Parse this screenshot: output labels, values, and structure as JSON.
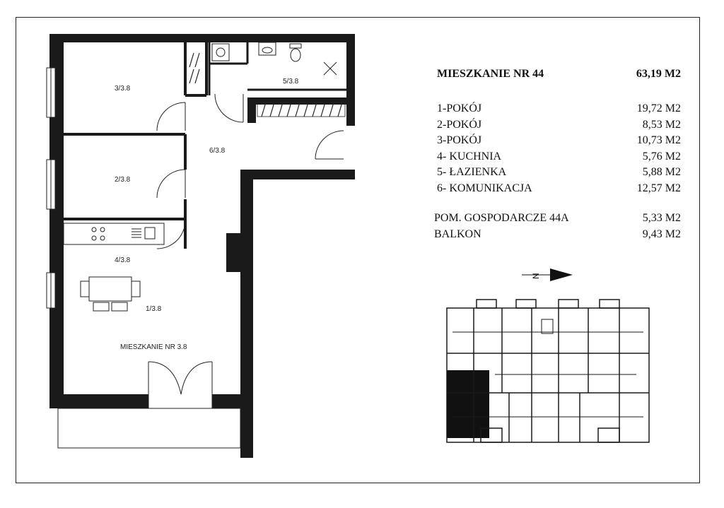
{
  "apartment": {
    "title": "MIESZKANIE NR 44",
    "total_area": "63,19 M2",
    "rooms": [
      {
        "label": "1-POKÓJ",
        "area": "19,72 M2"
      },
      {
        "label": "2-POKÓJ",
        "area": "8,53 M2"
      },
      {
        "label": "3-POKÓJ",
        "area": "10,73 M2"
      },
      {
        "label": "4- KUCHNIA",
        "area": "5,76 M2"
      },
      {
        "label": "5- ŁAZIENKA",
        "area": "5,88 M2"
      },
      {
        "label": "6- KOMUNIKACJA",
        "area": "12,57 M2"
      }
    ],
    "extras": [
      {
        "label": "POM. GOSPODARCZE 44A",
        "area": "5,33 M2"
      },
      {
        "label": "BALKON",
        "area": "9,43 M2"
      }
    ]
  },
  "plan": {
    "room_labels": {
      "room3": "3/3.8",
      "room5": "5/3.8",
      "room6": "6/3.8",
      "room2": "2/3.8",
      "room4": "4/3.8",
      "room1": "1/3.8"
    },
    "apartment_caption": "MIESZKANIE NR 3.8"
  },
  "compass": {
    "letter": "N"
  },
  "colors": {
    "wall": "#1a1a1a",
    "line": "#222222",
    "highlight": "#111111"
  }
}
